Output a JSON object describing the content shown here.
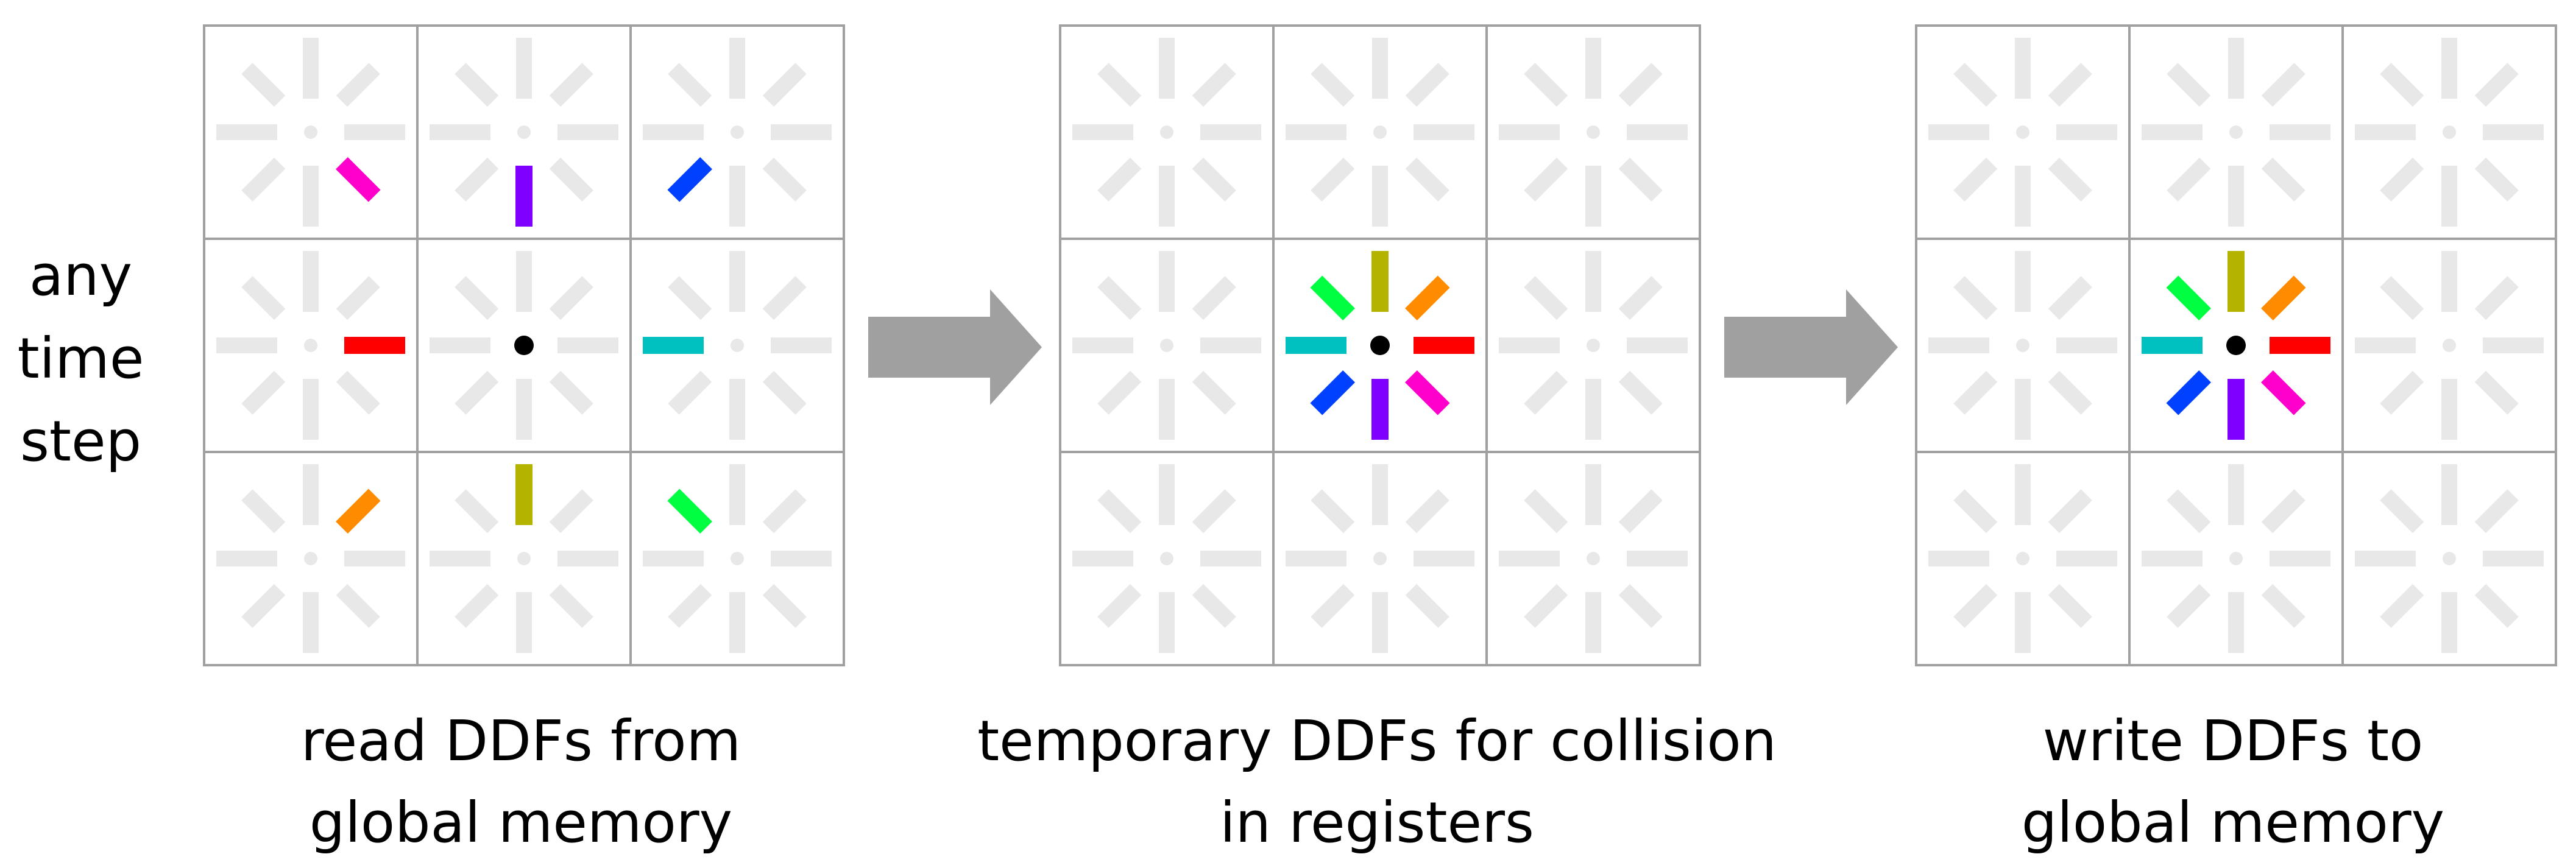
{
  "side_label": [
    "any",
    "time",
    "step"
  ],
  "panels": [
    {
      "id": "read",
      "caption": [
        "read DDFs from",
        "global memory"
      ],
      "cell": [
        {
          "row": 0,
          "col": 0,
          "color": "#ff00cc",
          "dir": [
            1,
            1
          ]
        },
        {
          "row": 0,
          "col": 1,
          "color": "#8000ff",
          "dir": [
            0,
            1
          ]
        },
        {
          "row": 0,
          "col": 2,
          "color": "#0040ff",
          "dir": [
            -1,
            1
          ]
        },
        {
          "row": 1,
          "col": 0,
          "color": "#ff0000",
          "dir": [
            1,
            0
          ]
        },
        {
          "row": 1,
          "col": 2,
          "color": "#00c0c0",
          "dir": [
            -1,
            0
          ]
        },
        {
          "row": 2,
          "col": 0,
          "color": "#ff8c00",
          "dir": [
            1,
            -1
          ]
        },
        {
          "row": 2,
          "col": 1,
          "color": "#b4b400",
          "dir": [
            0,
            -1
          ]
        },
        {
          "row": 2,
          "col": 2,
          "color": "#00ff40",
          "dir": [
            -1,
            -1
          ]
        }
      ]
    },
    {
      "id": "registers",
      "caption": [
        "temporary DDFs for collision",
        "in registers"
      ],
      "cell": [
        {
          "row": 1,
          "col": 1,
          "color": "#00ff40",
          "dir": [
            -1,
            -1
          ]
        },
        {
          "row": 1,
          "col": 1,
          "color": "#b4b400",
          "dir": [
            0,
            -1
          ]
        },
        {
          "row": 1,
          "col": 1,
          "color": "#ff8c00",
          "dir": [
            1,
            -1
          ]
        },
        {
          "row": 1,
          "col": 1,
          "color": "#00c0c0",
          "dir": [
            -1,
            0
          ]
        },
        {
          "row": 1,
          "col": 1,
          "color": "#ff0000",
          "dir": [
            1,
            0
          ]
        },
        {
          "row": 1,
          "col": 1,
          "color": "#0040ff",
          "dir": [
            -1,
            1
          ]
        },
        {
          "row": 1,
          "col": 1,
          "color": "#8000ff",
          "dir": [
            0,
            1
          ]
        },
        {
          "row": 1,
          "col": 1,
          "color": "#ff00cc",
          "dir": [
            1,
            1
          ]
        }
      ]
    },
    {
      "id": "write",
      "caption": [
        "write DDFs to",
        "global memory"
      ],
      "cell": [
        {
          "row": 1,
          "col": 1,
          "color": "#00ff40",
          "dir": [
            -1,
            -1
          ]
        },
        {
          "row": 1,
          "col": 1,
          "color": "#b4b400",
          "dir": [
            0,
            -1
          ]
        },
        {
          "row": 1,
          "col": 1,
          "color": "#ff8c00",
          "dir": [
            1,
            -1
          ]
        },
        {
          "row": 1,
          "col": 1,
          "color": "#00c0c0",
          "dir": [
            -1,
            0
          ]
        },
        {
          "row": 1,
          "col": 1,
          "color": "#ff0000",
          "dir": [
            1,
            0
          ]
        },
        {
          "row": 1,
          "col": 1,
          "color": "#0040ff",
          "dir": [
            -1,
            1
          ]
        },
        {
          "row": 1,
          "col": 1,
          "color": "#8000ff",
          "dir": [
            0,
            1
          ]
        },
        {
          "row": 1,
          "col": 1,
          "color": "#ff00cc",
          "dir": [
            1,
            1
          ]
        }
      ]
    }
  ],
  "colors": {
    "grid_line": "#a0a0a0",
    "ghost_vector": "#e8e8e8",
    "arrow": "#a0a0a0",
    "center_dot_active": "#000000",
    "center_dot_ghost": "#e8e8e8"
  }
}
